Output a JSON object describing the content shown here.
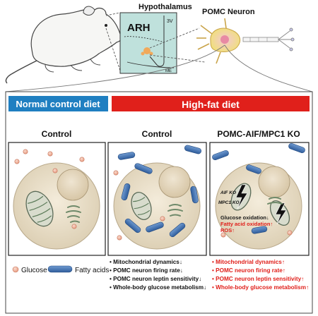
{
  "top": {
    "hypothalamus_label": "Hypothalamus",
    "arh_label": "ARH",
    "third_ventricle_label": "3V",
    "me_label": "ME",
    "neuron_label": "POMC Neuron"
  },
  "banners": {
    "normal_diet": "Normal control diet",
    "high_fat_diet": "High-fat diet"
  },
  "columns": {
    "col1_title": "Control",
    "col2_title": "Control",
    "col3_title": "POMC-AIF/MPC1 KO"
  },
  "cell3": {
    "aif_ko": "AIF KO",
    "mpc1_ko": "MPC1 KO",
    "effects": [
      {
        "text": "Glucose oxidation",
        "arrow": "↓",
        "color": "#1a1a1a"
      },
      {
        "text": "Fatty acid oxidation",
        "arrow": "↑",
        "color": "#e0201b"
      },
      {
        "text": "ROS",
        "arrow": "↑",
        "color": "#e0201b"
      }
    ]
  },
  "legend": {
    "glucose": "Glucose",
    "fatty_acids": "Fatty acids"
  },
  "list_control": [
    {
      "text": "• Mitochondrial dynamics",
      "arrow": "↓"
    },
    {
      "text": "• POMC neuron firing rate",
      "arrow": "↓"
    },
    {
      "text": "• POMC neuron leptin sensitivity",
      "arrow": "↓"
    },
    {
      "text": "• Whole-body glucose metabolism",
      "arrow": "↓"
    }
  ],
  "list_ko": [
    {
      "text": "• Mitochondrial dynamics",
      "arrow": "↑"
    },
    {
      "text": "• POMC neuron firing rate",
      "arrow": "↑"
    },
    {
      "text": "• POMC neuron leptin sensitivity",
      "arrow": "↑"
    },
    {
      "text": "• Whole-body glucose metabolism",
      "arrow": "↑"
    }
  ],
  "colors": {
    "normal_banner": "#1f7fc1",
    "hfd_banner": "#e0201b",
    "cell_fill": "#ece2cd",
    "nucleus_fill": "#e4d6bd",
    "fatty_acid": "#3d6fb0",
    "glucose": "#f0b7a3",
    "mito_fill": "#d8dccd",
    "cristae": "#5b7a58",
    "ko_text": "#e0201b"
  }
}
